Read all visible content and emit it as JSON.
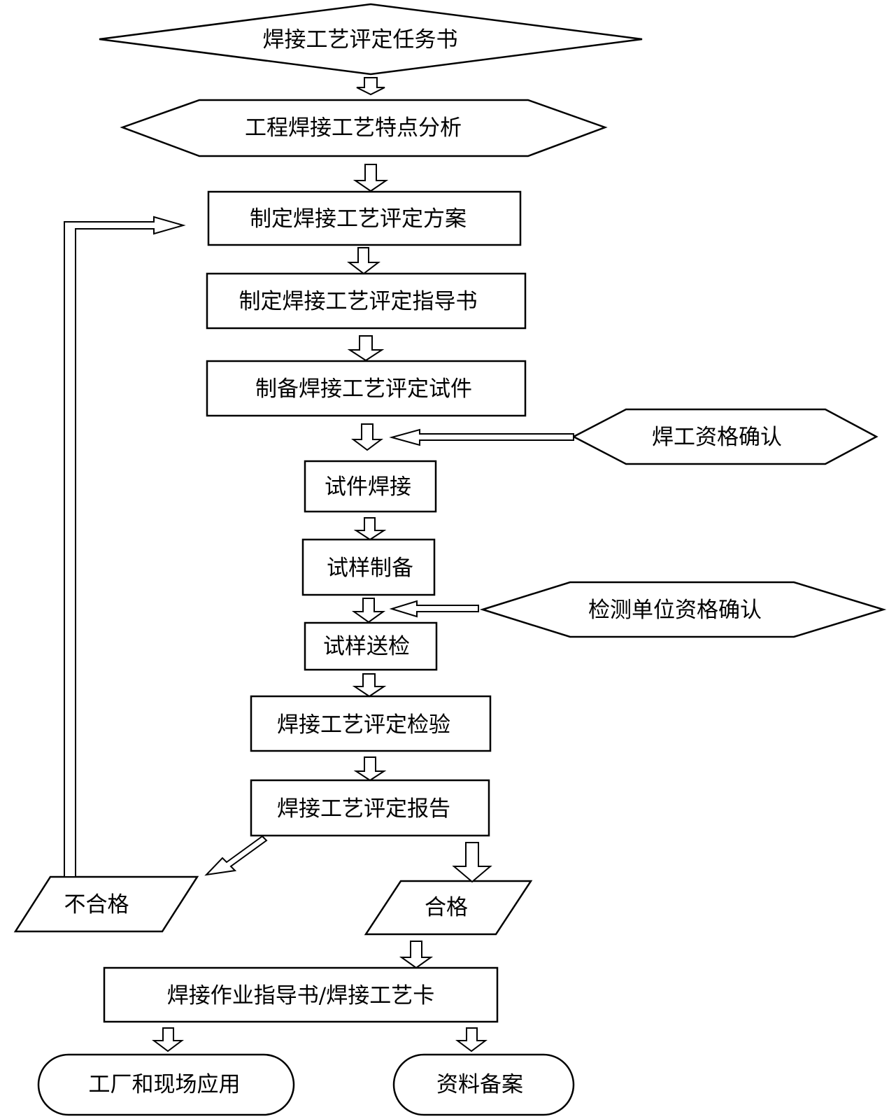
{
  "nodes": {
    "task_book": "焊接工艺评定任务书",
    "analysis": "工程焊接工艺特点分析",
    "plan": "制定焊接工艺评定方案",
    "guide": "制定焊接工艺评定指导书",
    "prepare": "制备焊接工艺评定试件",
    "welder_qual": "焊工资格确认",
    "test_weld": "试件焊接",
    "sample_prep": "试样制备",
    "lab_qual": "检测单位资格确认",
    "send_inspect": "试样送检",
    "inspection": "焊接工艺评定检验",
    "report": "焊接工艺评定报告",
    "fail": "不合格",
    "pass": "合格",
    "wps_card": "焊接作业指导书/焊接工艺卡",
    "application": "工厂和现场应用",
    "archive": "资料备案"
  }
}
